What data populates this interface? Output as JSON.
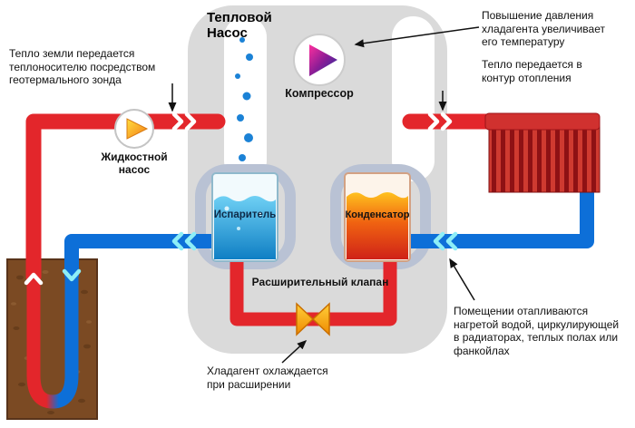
{
  "title": "Тепловой Насос",
  "labels": {
    "compressor": "Компрессор",
    "liquid_pump": "Жидкостной насос",
    "evaporator": "Испаритель",
    "condenser": "Конденсатор",
    "expansion_valve": "Расширительный клапан"
  },
  "annotations": {
    "ground_heat": "Тепло земли передается теплоносителю посредством геотермального зонда",
    "pressure_rise": "Повышение давления хладагента увеличивает его температуру",
    "heat_to_circuit": "Тепло передается в контур отопления",
    "rooms_heating": "Помещении отапливаются нагретой водой, циркулирующей в радиаторах, теплых полах или фанкойлах",
    "refrigerant_cooling": "Хладагент охлаждается при расширении"
  },
  "colors": {
    "hot_pipe": "#e3262b",
    "cold_pipe": "#0d6fd8",
    "unit_body": "#dadada",
    "ground_soil": "#7b4a23",
    "radiator_dark": "#8e1114",
    "valve_orange": "#f7a81d",
    "evaporator_liquid": "#1287cc",
    "condenser_liquid": "#f06311"
  }
}
